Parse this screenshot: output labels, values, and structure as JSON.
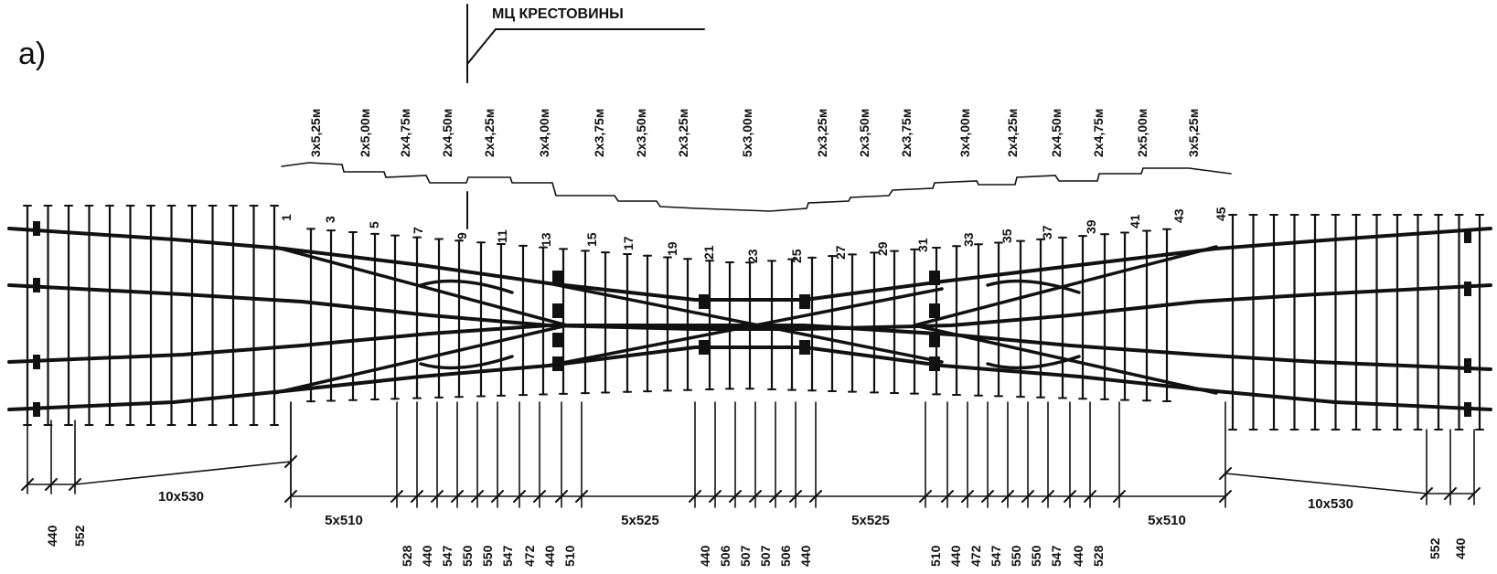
{
  "figure_label": "а)",
  "title": "МЦ КРЕСТОВИНЫ",
  "tie_spacing_groups": [
    "3х5,25м",
    "2х5,00м",
    "2х4,75м",
    "2х4,50м",
    "2х4,25м",
    "3х4,00м",
    "2х3,75м",
    "2х3,50м",
    "2х3,25м",
    "5х3,00м",
    "2х3,25м",
    "2х3,50м",
    "2х3,75м",
    "3х4,00м",
    "2х4,25м",
    "2х4,50м",
    "2х4,75м",
    "2х5,00м",
    "3х5,25м"
  ],
  "tie_numbers": [
    "1",
    "3",
    "5",
    "7",
    "9",
    "11",
    "13",
    "15",
    "17",
    "19",
    "21",
    "23",
    "25",
    "27",
    "29",
    "31",
    "33",
    "35",
    "37",
    "39",
    "41",
    "43",
    "45"
  ],
  "dimensions": {
    "left_outer": [
      "440",
      "552"
    ],
    "left_span": "10х530",
    "group_1": "5х510",
    "values_1": [
      "528",
      "440",
      "547",
      "550",
      "550",
      "547",
      "472",
      "440",
      "510"
    ],
    "group_2": "5х525",
    "values_2": [
      "440",
      "506",
      "507",
      "507",
      "506",
      "440"
    ],
    "group_3": "5х525",
    "values_3": [
      "510",
      "440",
      "472",
      "547",
      "550",
      "550",
      "547",
      "440",
      "528"
    ],
    "group_4": "5х510",
    "right_span": "10х530",
    "right_outer": [
      "552",
      "440"
    ]
  }
}
